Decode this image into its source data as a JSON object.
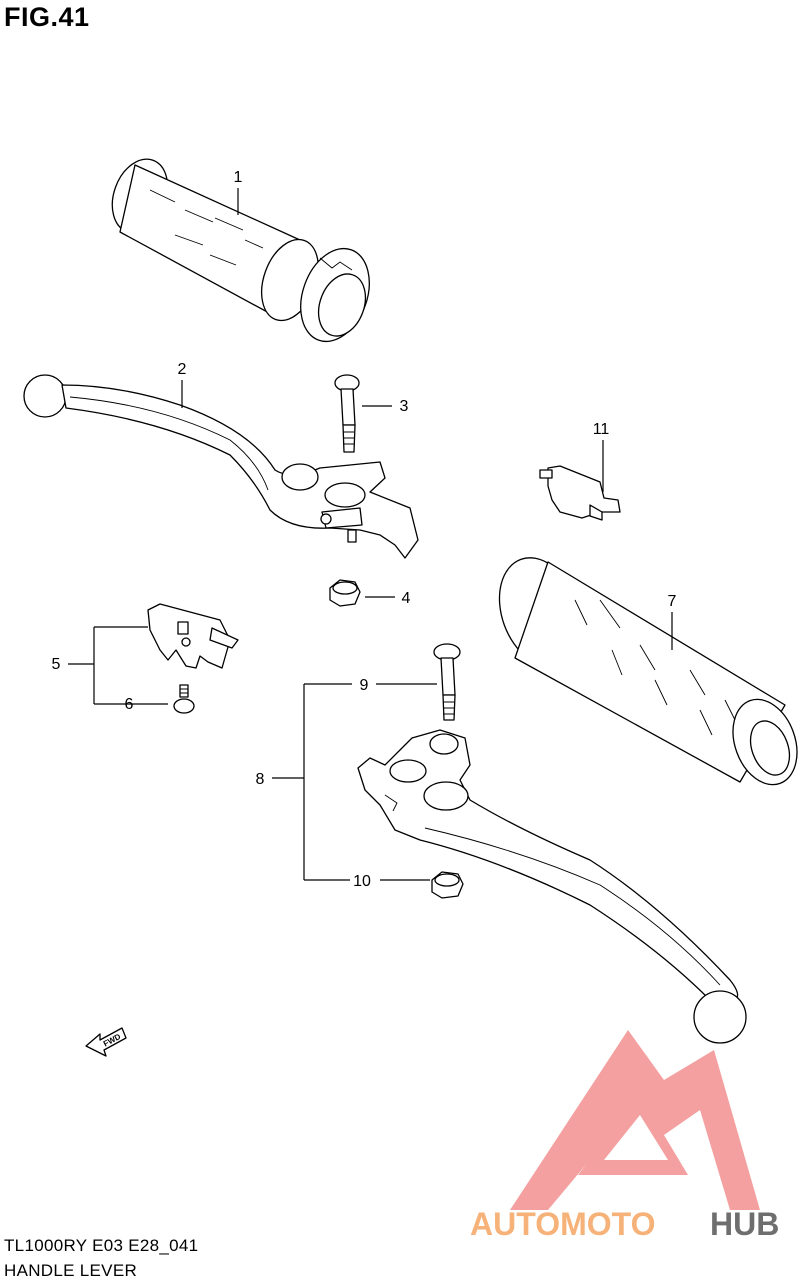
{
  "figure": {
    "title": "FIG.41"
  },
  "footer": {
    "model_code": "TL1000RY E03 E28_041",
    "section_name": "HANDLE LEVER"
  },
  "fwd_marker": "FWD",
  "callouts": [
    "1",
    "2",
    "3",
    "4",
    "5",
    "6",
    "7",
    "8",
    "9",
    "10",
    "11"
  ],
  "watermark": {
    "text_orange": "AUTOMOTO",
    "text_dark": "HUB",
    "color_red": "#f08080",
    "color_orange": "#f4a460",
    "color_dark": "#555555"
  }
}
